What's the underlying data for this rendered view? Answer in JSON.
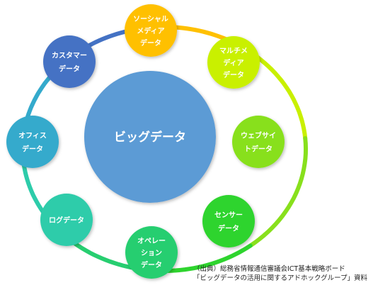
{
  "diagram": {
    "center": {
      "label": "ビッグデータ",
      "color": "#5B9BD5"
    },
    "nodes": [
      {
        "id": "social-media",
        "lines": [
          "ソーシャル",
          "メディア",
          "データ"
        ],
        "color": "#FFC000"
      },
      {
        "id": "multimedia",
        "lines": [
          "マルチメ",
          "ディア",
          "データ"
        ],
        "color": "#C9F000"
      },
      {
        "id": "web-site",
        "lines": [
          "ウェブサイ",
          "トデータ"
        ],
        "color": "#88E01C"
      },
      {
        "id": "sensor",
        "lines": [
          "センサー",
          "データ"
        ],
        "color": "#2ED42E"
      },
      {
        "id": "operation",
        "lines": [
          "オペレー",
          "ション",
          "データ"
        ],
        "color": "#27CE70"
      },
      {
        "id": "log",
        "lines": [
          "ログデータ"
        ],
        "color": "#2DCCAA"
      },
      {
        "id": "office",
        "lines": [
          "オフィス",
          "データ"
        ],
        "color": "#34AACC"
      },
      {
        "id": "customer",
        "lines": [
          "カスタマー",
          "データ"
        ],
        "color": "#4472C4"
      }
    ]
  },
  "source": {
    "line1": "（出典）総務省情報通信審議会ICT基本戦略ボード",
    "line2": "「ビッグデータの活用に関するアドホックグループ」資料"
  }
}
